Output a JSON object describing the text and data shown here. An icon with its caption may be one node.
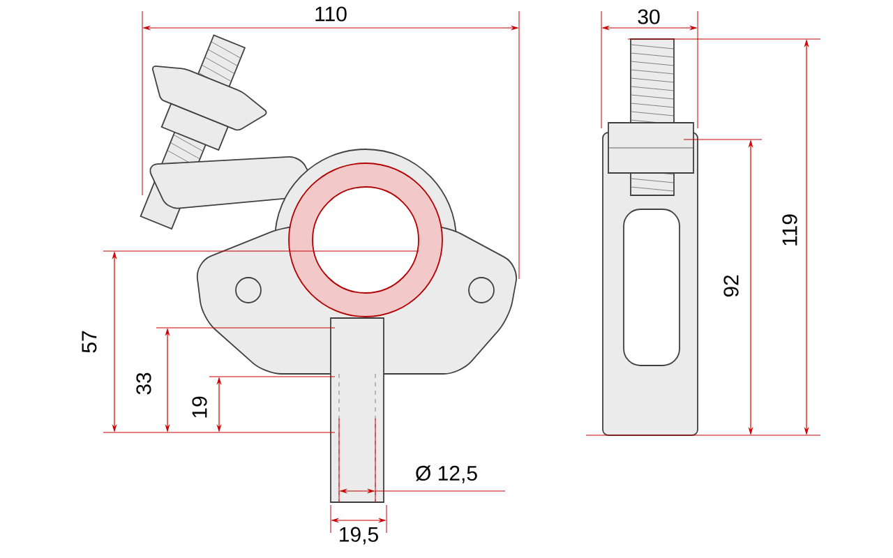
{
  "diagram": {
    "labels": [
      "110",
      "30",
      "119",
      "92",
      "57",
      "33",
      "19",
      "Ø 12,5",
      "19,5"
    ]
  }
}
